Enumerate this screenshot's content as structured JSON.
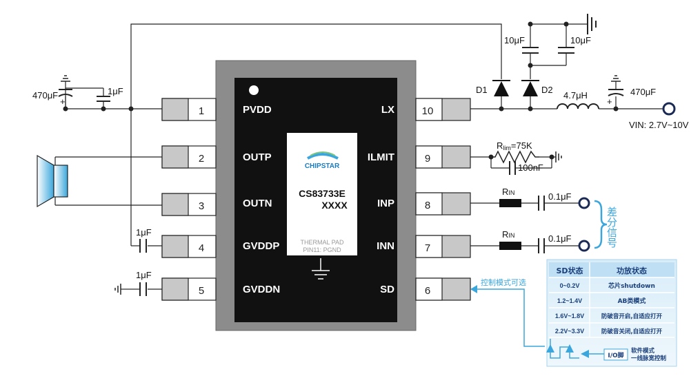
{
  "chip": {
    "part_number": "CS83733E",
    "marking": "XXXX",
    "logo_text": "CHIPSTAR",
    "thermal_pad_line1": "THERMAL PAD",
    "thermal_pad_line2": "PIN11: PGND"
  },
  "pins_left": [
    {
      "num": "1",
      "name": "PVDD"
    },
    {
      "num": "2",
      "name": "OUTP"
    },
    {
      "num": "3",
      "name": "OUTN"
    },
    {
      "num": "4",
      "name": "GVDDP"
    },
    {
      "num": "5",
      "name": "GVDDN"
    }
  ],
  "pins_right": [
    {
      "num": "10",
      "name": "LX"
    },
    {
      "num": "9",
      "name": "ILMIT"
    },
    {
      "num": "8",
      "name": "INP"
    },
    {
      "num": "7",
      "name": "INN"
    },
    {
      "num": "6",
      "name": "SD"
    }
  ],
  "components": {
    "cap_470uf_left": "470μF",
    "cap_1uf_pvdd": "1μF",
    "cap_1uf_gvddp": "1μF",
    "cap_1uf_gvddn": "1μF",
    "cap_10uf_a": "10μF",
    "cap_10uf_b": "10μF",
    "diode_d1": "D1",
    "diode_d2": "D2",
    "inductor": "4.7μH",
    "cap_470uf_right": "470μF",
    "vin": "VIN: 2.7V~10V",
    "r_lim_prefix": "R",
    "r_lim_sub": "lim",
    "r_lim_value": "=75K",
    "cap_100nf": "100nF",
    "rin_top_prefix": "R",
    "rin_top_sub": "IN",
    "rin_bottom_prefix": "R",
    "rin_bottom_sub": "IN",
    "cap_01uf_top": "0.1μF",
    "cap_01uf_bottom": "0.1μF",
    "diff_signal": "差分信号",
    "control_mode": "控制模式可选"
  },
  "sd_table": {
    "headers": [
      "SD状态",
      "功放状态"
    ],
    "rows": [
      [
        "0~0.2V",
        "芯片shutdown"
      ],
      [
        "1.2~1.4V",
        "AB类模式"
      ],
      [
        "1.6V~1.8V",
        "防破音开启,自适应打开"
      ],
      [
        "2.2V~3.3V",
        "防破音关闭,自适应打开"
      ]
    ],
    "io_label": "I/O脚",
    "software_mode_line1": "软件模式",
    "software_mode_line2": "一线脉宽控制"
  },
  "colors": {
    "chip_border": "#8c8c8c",
    "chip_body": "#111111",
    "accent_blue": "#3aa6dc",
    "table_bg": "#d9edf9",
    "table_header": "#bfe0f4"
  }
}
